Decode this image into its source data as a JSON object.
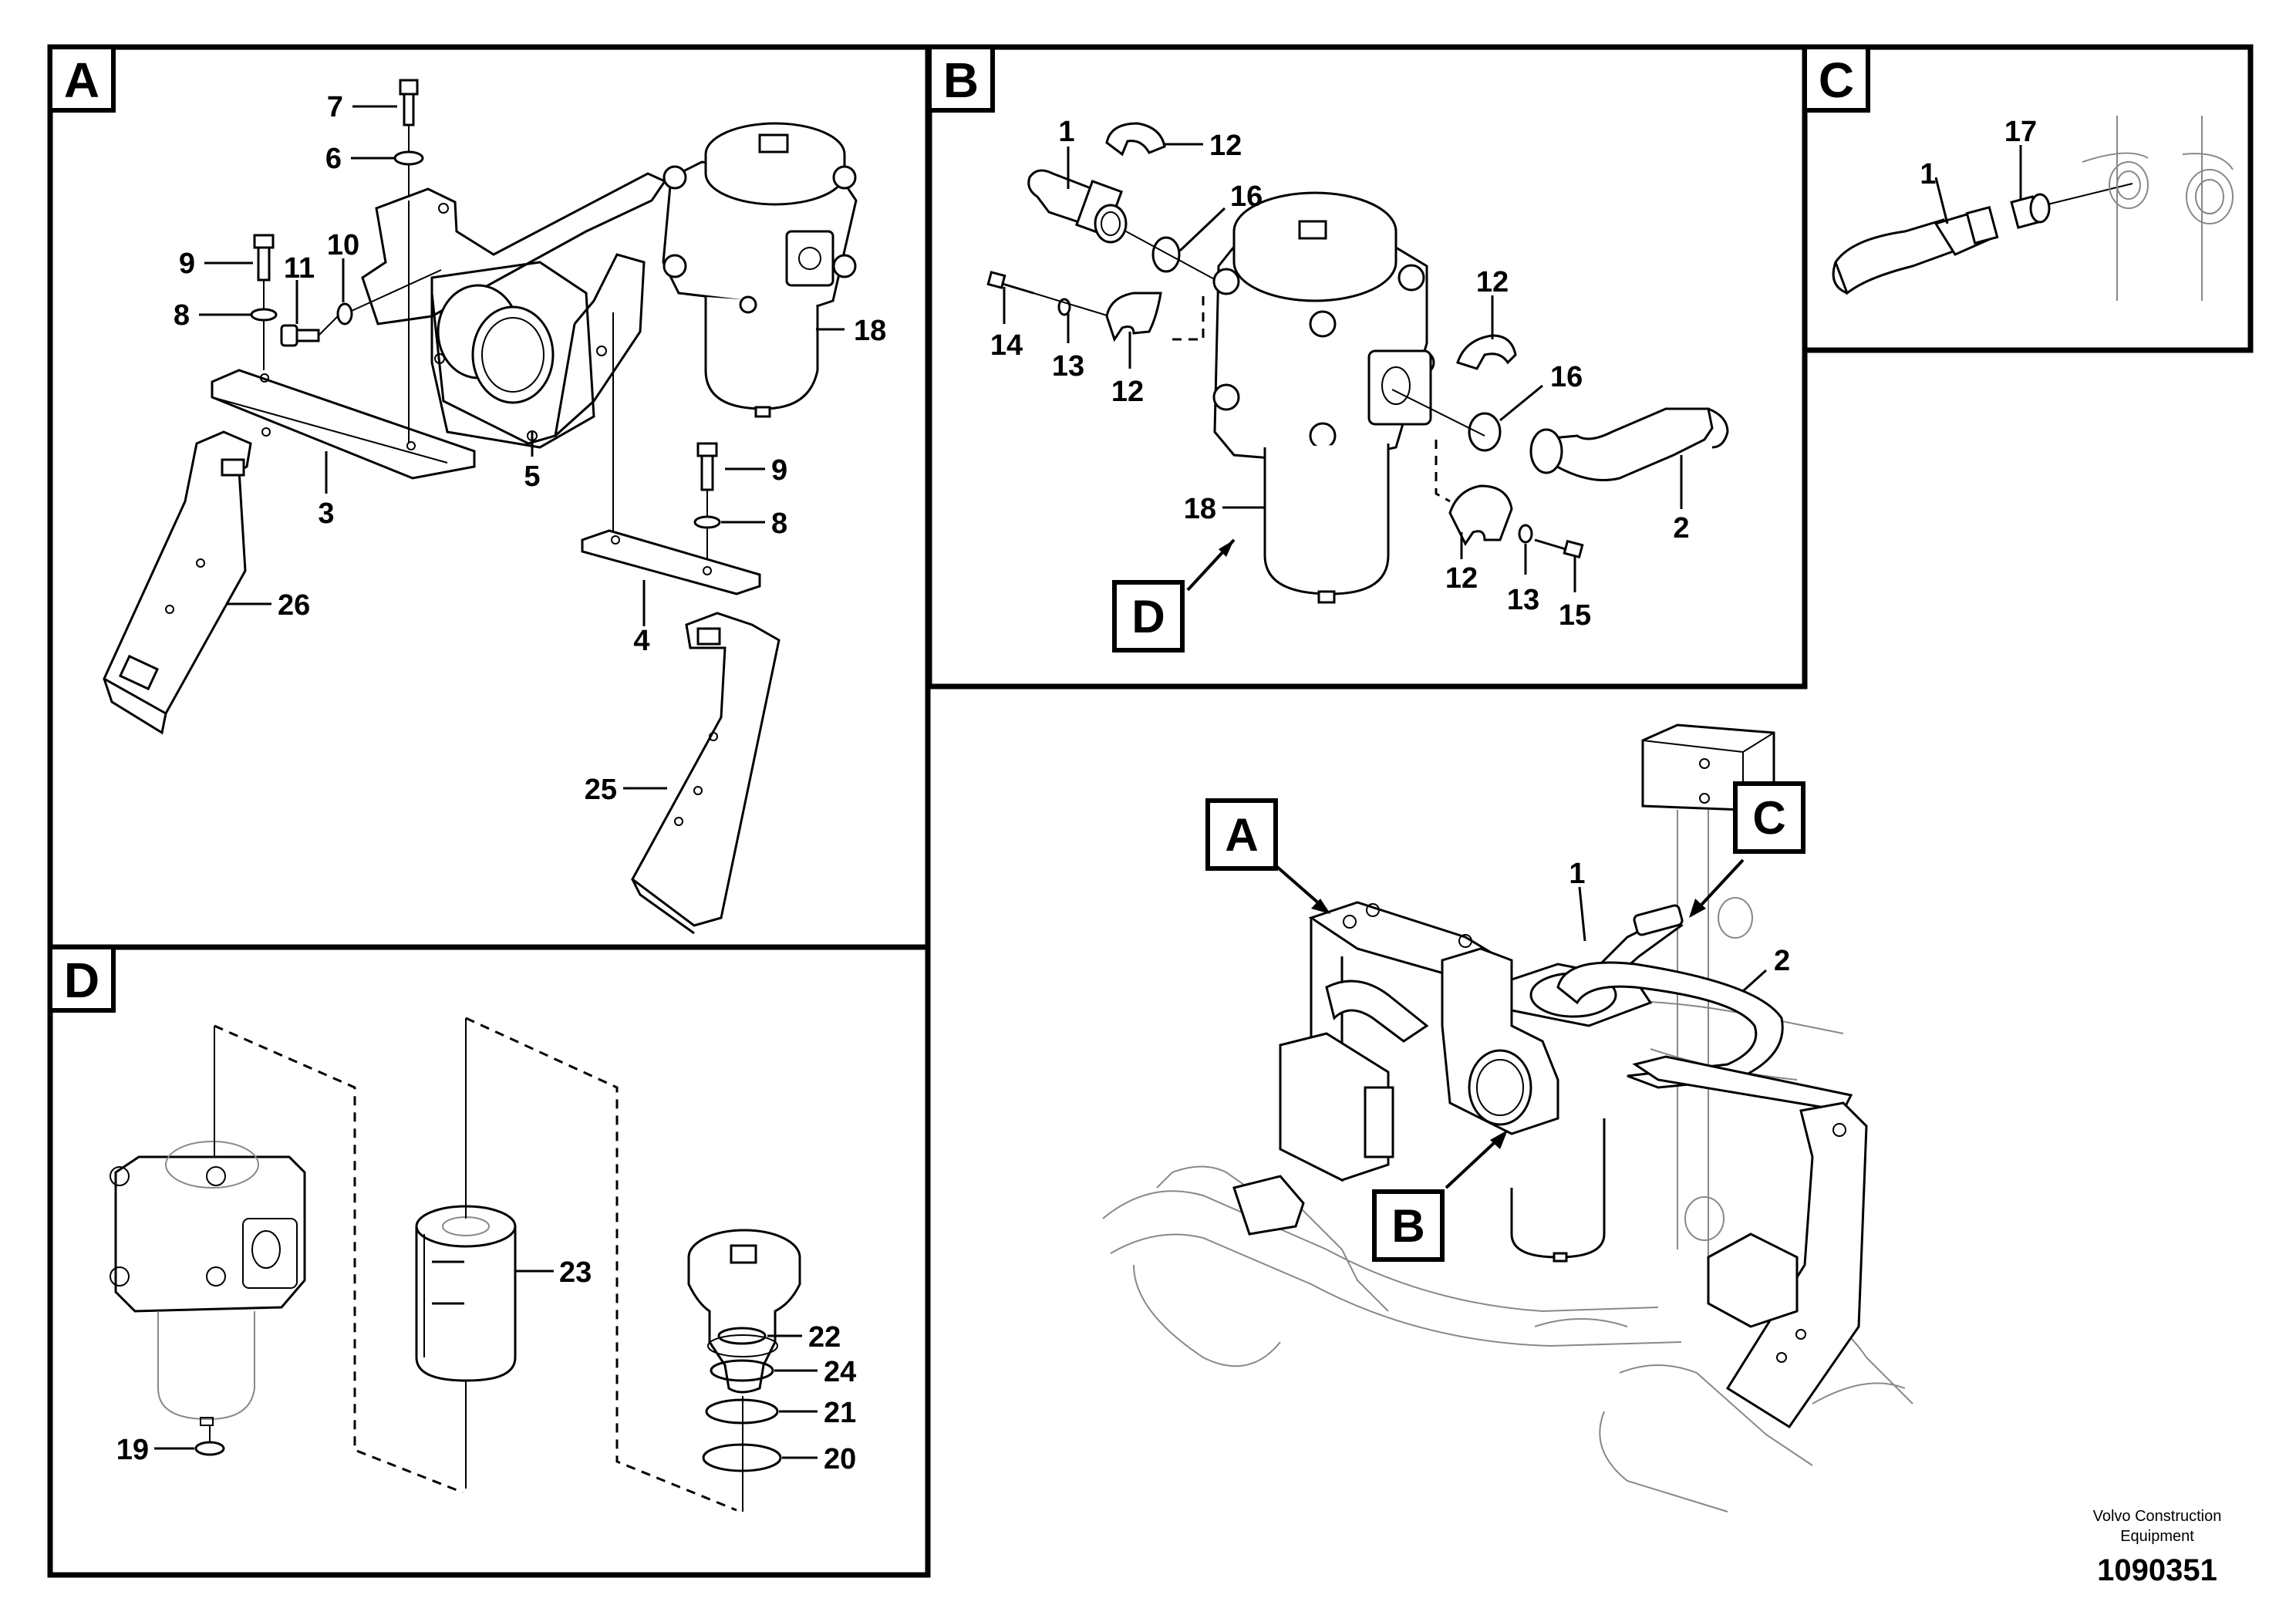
{
  "panels": {
    "A": {
      "letter": "A",
      "callouts": [
        "7",
        "6",
        "9",
        "11",
        "10",
        "8",
        "18",
        "3",
        "5",
        "9",
        "8",
        "26",
        "4",
        "25"
      ]
    },
    "B": {
      "letter": "B",
      "callouts": [
        "1",
        "12",
        "16",
        "14",
        "13",
        "12",
        "12",
        "16",
        "18",
        "2",
        "12",
        "13",
        "15"
      ],
      "tag": "D"
    },
    "C": {
      "letter": "C",
      "callouts": [
        "1",
        "17"
      ]
    },
    "D": {
      "letter": "D",
      "callouts": [
        "23",
        "22",
        "24",
        "21",
        "20",
        "19"
      ]
    },
    "overview": {
      "tags": [
        "A",
        "C",
        "B"
      ],
      "callouts": [
        "1",
        "2"
      ]
    }
  },
  "footer": {
    "company": "Volvo Construction Equipment",
    "doc_number": "1090351"
  }
}
